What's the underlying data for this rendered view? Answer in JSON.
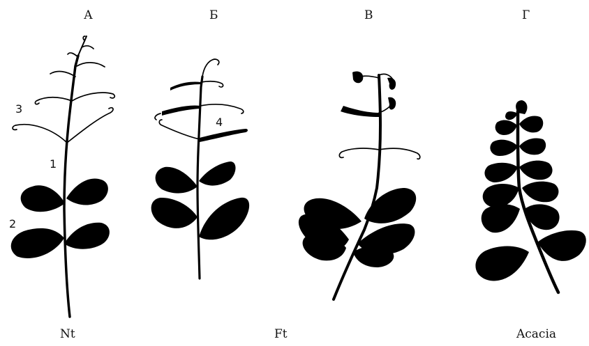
{
  "panels": [
    {
      "id": "A",
      "label": "А"
    },
    {
      "id": "B",
      "label": "Б"
    },
    {
      "id": "C",
      "label": "В"
    },
    {
      "id": "D",
      "label": "Г"
    }
  ],
  "part_numbers": [
    "1",
    "2",
    "3",
    "4"
  ],
  "captions": {
    "left": "Nt",
    "center": "Ft",
    "right": "Acacia"
  },
  "colors": {
    "ink": "#000000",
    "background": "#ffffff"
  }
}
